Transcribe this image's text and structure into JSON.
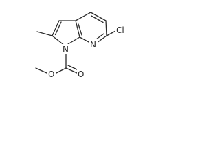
{
  "molecule": {
    "atoms": {
      "n_ring": "N",
      "n_pyridine": "N",
      "chlorine": "Cl",
      "ester_o_carbonyl": "O",
      "ester_o_ether": "O"
    }
  }
}
